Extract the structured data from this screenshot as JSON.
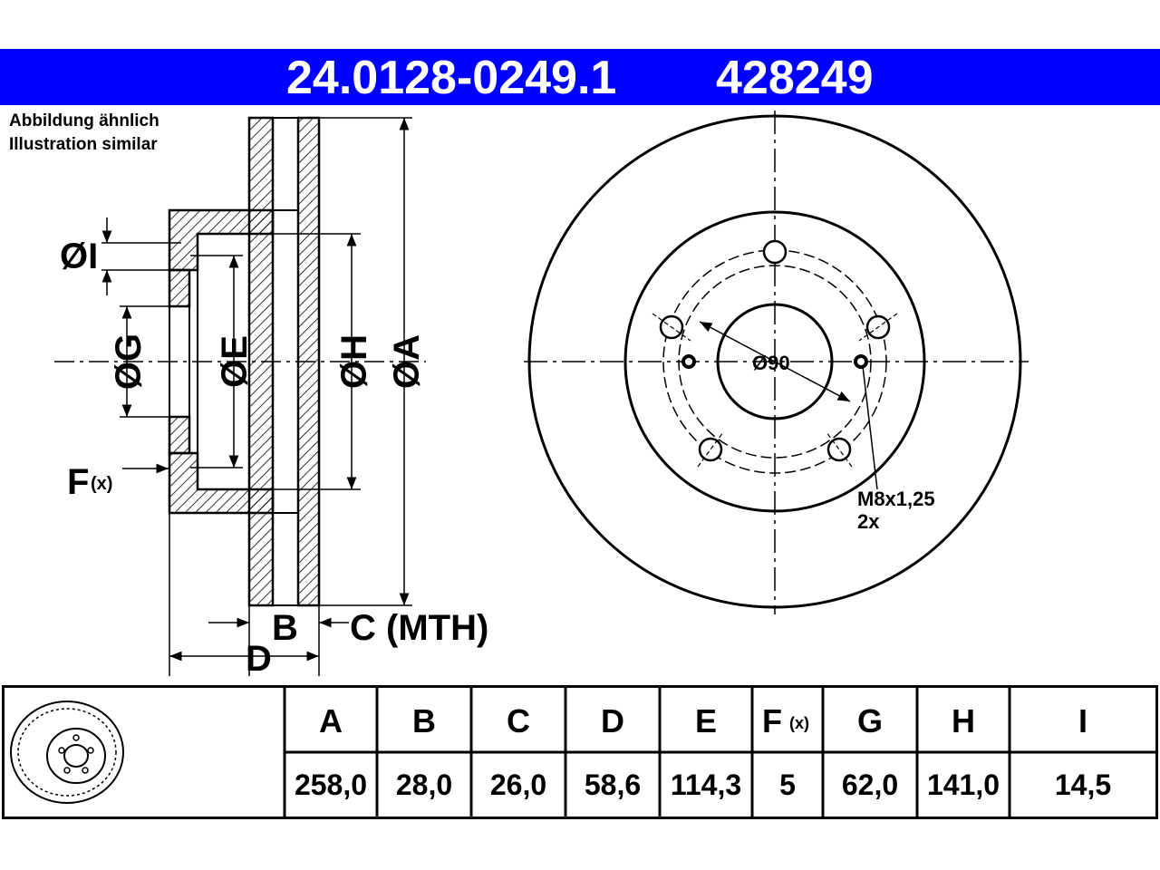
{
  "header": {
    "part_number": "24.0128-0249.1",
    "ref_number": "428249",
    "background_color": "#0000ff"
  },
  "note": {
    "line1": "Abbildung ähnlich",
    "line2": "Illustration similar"
  },
  "side_view": {
    "label_i": "ØI",
    "label_g": "ØG",
    "label_e": "ØE",
    "label_h": "ØH",
    "label_a": "ØA",
    "label_f": "F",
    "label_f_sub": "(x)",
    "label_b": "B",
    "label_c": "C (MTH)",
    "label_d": "D"
  },
  "front_view": {
    "center_bore_label": "Ø90",
    "thread_label": "M8x1,25",
    "thread_count": "2x"
  },
  "table": {
    "headers": [
      "A",
      "B",
      "C",
      "D",
      "E",
      "F",
      "G",
      "H",
      "I"
    ],
    "f_subscript": "(x)",
    "values": [
      "258,0",
      "28,0",
      "26,0",
      "58,6",
      "114,3",
      "5",
      "62,0",
      "141,0",
      "14,5"
    ]
  }
}
